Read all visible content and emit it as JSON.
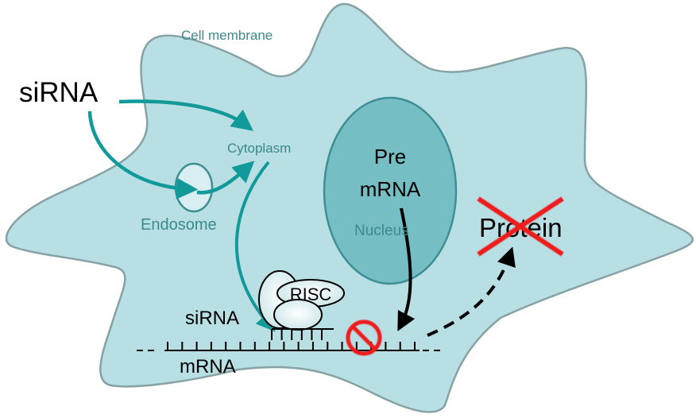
{
  "title": "siRNA mechanism of action",
  "colors": {
    "cell_fill": "#b8dfe3",
    "cell_stroke": "#86a2a4",
    "nucleus_fill": "#74bec4",
    "nucleus_stroke": "#3e8f95",
    "endosome_fill": "#d8eef0",
    "endosome_stroke": "#3e8f95",
    "arrow_teal": "#129a9a",
    "label_teal": "#3a8a8e",
    "black": "#000000",
    "red": "#ee1c1c"
  },
  "labels": {
    "cell_membrane": "Cell membrane",
    "sirna_outside": "siRNA",
    "cytoplasm": "Cytoplasm",
    "endosome": "Endosome",
    "pre_mrna_line1": "Pre",
    "pre_mrna_line2": "mRNA",
    "nucleus": "Nucleus",
    "protein": "Protein",
    "risc": "RISC",
    "sirna_bound": "siRNA",
    "mrna": "mRNA"
  },
  "icons": {
    "blocked": "prohibited-sign-icon",
    "protein_crossed": "red-x-cross-icon"
  },
  "mrna_strand": {
    "tick_count": 18,
    "sirna_tick_count": 6
  }
}
